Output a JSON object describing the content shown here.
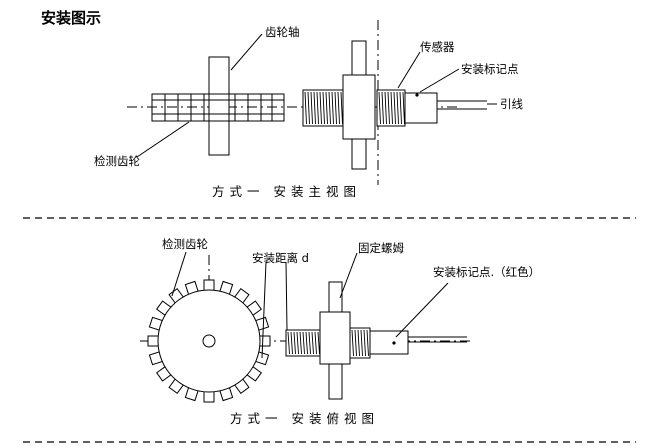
{
  "title": "安装图示",
  "view1": {
    "labels": {
      "gear_shaft": "齿轮轴",
      "sensor": "传感器",
      "mount_mark": "安装标记点",
      "lead_wire": "引线",
      "detect_gear": "检测齿轮"
    },
    "caption": "方式一 安装主视图"
  },
  "view2": {
    "labels": {
      "detect_gear": "检测齿轮",
      "mount_distance": "安装距离 d",
      "lock_nut": "固定螺姆",
      "mount_mark": "安装标记点.（红色）"
    },
    "caption": "方式一 安装俯视图",
    "gear_teeth": 20
  },
  "colors": {
    "line": "#000000",
    "background": "#ffffff"
  }
}
